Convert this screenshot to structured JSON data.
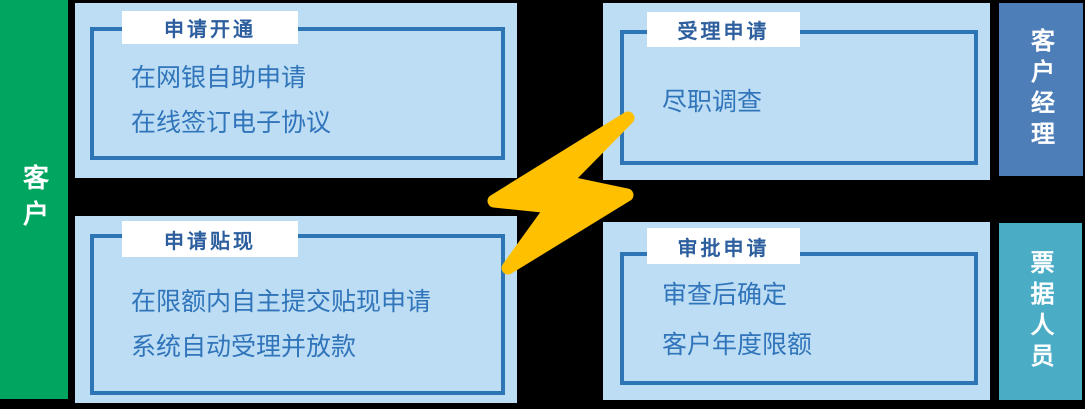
{
  "diagram": {
    "left_band": {
      "label": "客户"
    },
    "right_bands": [
      {
        "label": "客户经理"
      },
      {
        "label": "票据人员"
      }
    ],
    "boxes": [
      {
        "title": "申请开通",
        "lines": [
          "在网银自助申请",
          "在线签订电子协议"
        ]
      },
      {
        "title": "受理申请",
        "lines": [
          "尽职调查"
        ]
      },
      {
        "title": "申请贴现",
        "lines": [
          "在限额内自主提交贴现申请",
          "系统自动受理并放款"
        ]
      },
      {
        "title": "审批申请",
        "lines": [
          "审查后确定",
          "客户年度限额"
        ]
      }
    ],
    "icons": {
      "lightning": "lightning-bolt-icon"
    },
    "colors": {
      "background": "#000000",
      "customer_band_green": "#00A55F",
      "box_fill_light_blue": "#BDDDF5",
      "box_border_blue": "#2E75B6",
      "title_text_blue": "#2D5F9E",
      "content_text_blue": "#3074BA",
      "manager_band_blue": "#4D7EB8",
      "clerk_band_teal": "#4BACC6",
      "lightning_gold": "#FFC000",
      "label_background": "#FFFFFF",
      "band_text": "#FFFFFF"
    }
  }
}
